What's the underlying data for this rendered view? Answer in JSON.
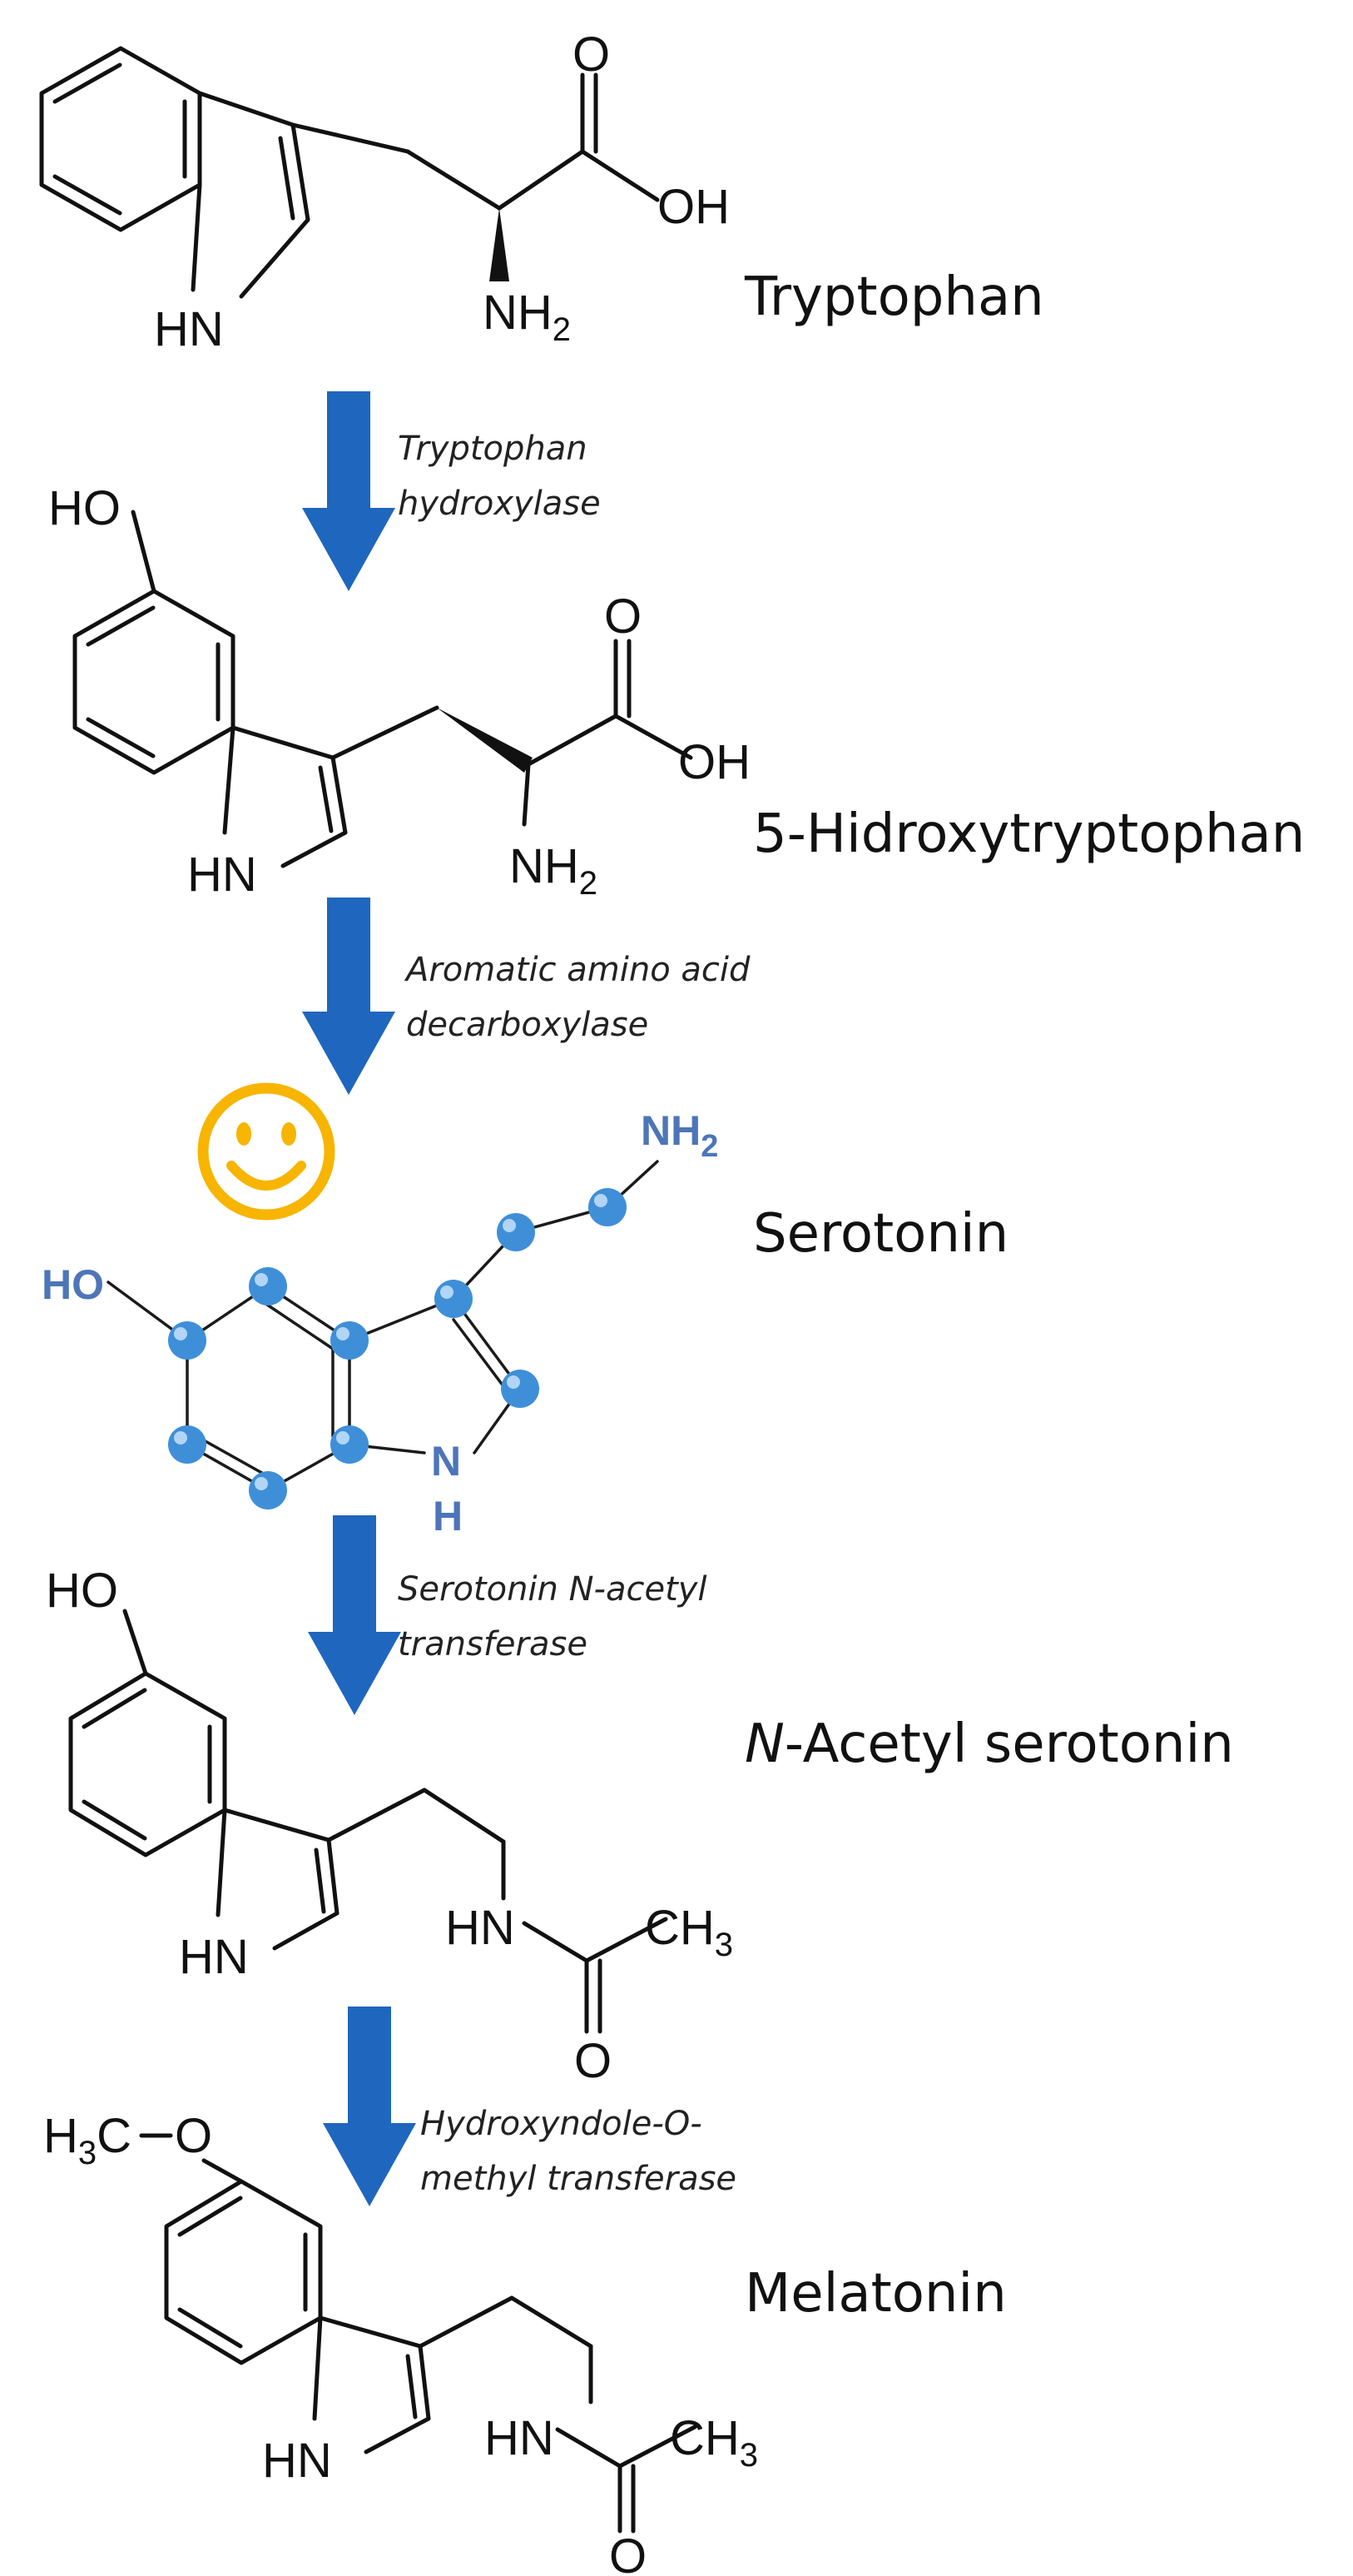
{
  "colors": {
    "arrow": "#1f66bf",
    "smiley": "#f7b500",
    "serotonin_model": "#4d75b8",
    "atom_ball": "#3f8fd8",
    "text": "#111111"
  },
  "compounds": [
    {
      "name": "Tryptophan"
    },
    {
      "name_prefix": "",
      "name": "5-Hidroxytryptophan"
    },
    {
      "name": "Serotonin"
    },
    {
      "name_italic": "N",
      "name_rest": "-Acetyl serotonin"
    },
    {
      "name": "Melatonin"
    }
  ],
  "enzymes": [
    {
      "line1": "Tryptophan",
      "line2": "hydroxylase"
    },
    {
      "line1": "Aromatic amino acid",
      "line2": "decarboxylase"
    },
    {
      "line1": "Serotonin N-acetyl",
      "line2": "transferase"
    },
    {
      "line1": "Hydroxyndole-O-",
      "line2": "methyl transferase"
    }
  ],
  "atom_labels": {
    "hn": "HN",
    "nh": "NH",
    "n": "N",
    "h": "H",
    "o": "O",
    "oh": "OH",
    "ho": "HO",
    "h3c_o": "H3C",
    "ch": "CH",
    "three": "3",
    "two": "2"
  },
  "icons": {
    "smiley": "smiley-face-icon",
    "arrow": "down-arrow-icon"
  }
}
